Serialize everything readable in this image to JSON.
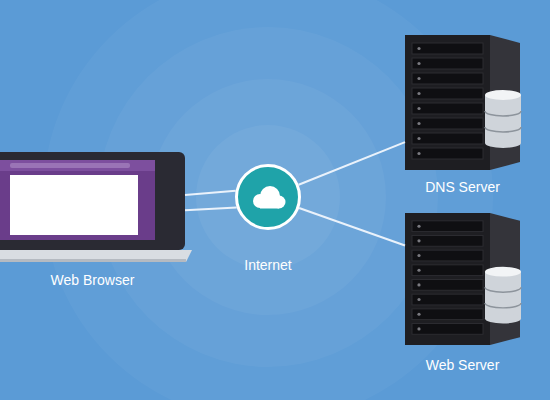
{
  "diagram": {
    "nodes": [
      {
        "text": [
          "Web Browser"
        ]
      },
      {
        "text": [
          "Internet"
        ]
      },
      {
        "text": [
          "DNS Server"
        ]
      },
      {
        "text": [
          "Web Server"
        ]
      }
    ],
    "edges": [
      {
        "from": 0,
        "to": 1,
        "arrow": "none"
      },
      {
        "from": 0,
        "to": 1,
        "arrow": "none"
      },
      {
        "from": 1,
        "to": 2,
        "arrow": "none"
      },
      {
        "from": 1,
        "to": 3,
        "arrow": "none"
      }
    ]
  }
}
